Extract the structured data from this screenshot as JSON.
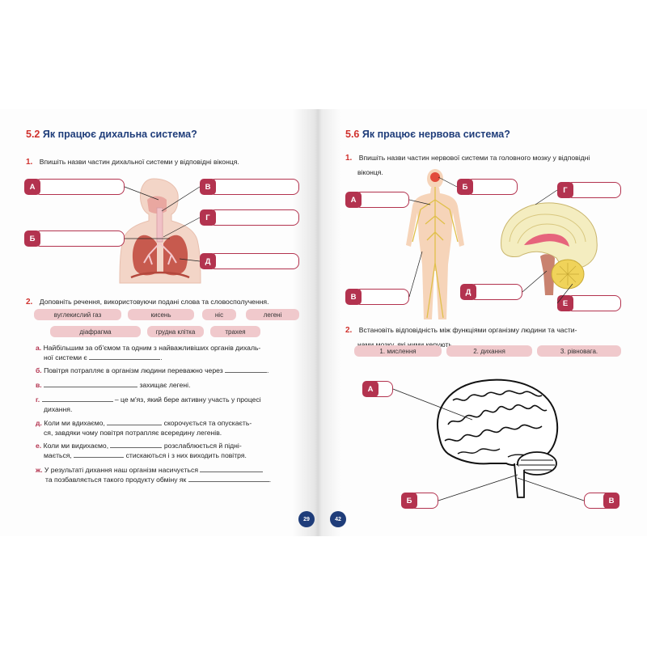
{
  "left": {
    "section_number": "5.2",
    "section_title": "Як працює дихальна система?",
    "q1_number": "1.",
    "q1_text": "Впишіть назви частин дихальної системи у відповідні віконця.",
    "labels": [
      "А",
      "В",
      "Г",
      "Б",
      "Д"
    ],
    "q2_number": "2.",
    "q2_text": "Доповніть речення, використовуючи подані слова та словосполучення.",
    "chips_row1": [
      "вуглекислий газ",
      "кисень",
      "ніс",
      "легені"
    ],
    "chips_row2": [
      "діафрагма",
      "грудна клітка",
      "трахея"
    ],
    "items": [
      {
        "letter": "а.",
        "lines": [
          "Найбільшим за об'ємом та одним з найважливіших органів дихаль-",
          "ної системи є"
        ]
      },
      {
        "letter": "б.",
        "lines": [
          "Повітря потрапляє в організм людини переважно через"
        ]
      },
      {
        "letter": "в.",
        "lines": [
          "захищає легені."
        ]
      },
      {
        "letter": "г.",
        "lines": [
          "– це м'яз, який бере активну участь у процесі",
          "дихання."
        ]
      },
      {
        "letter": "д.",
        "lines": [
          "Коли ми вдихаємо,",
          "скорочується та опускаєть-",
          "ся, завдяки чому повітря потрапляє всередину легенів."
        ]
      },
      {
        "letter": "е.",
        "lines": [
          "Коли ми видихаємо,",
          "розслаблюється й підні-",
          "мається,",
          "стискаються і з них виходить повітря."
        ]
      },
      {
        "letter": "ж.",
        "lines": [
          "У результаті дихання наш організм насичується",
          "та позбавляється такого продукту обміну як"
        ]
      }
    ],
    "page_number": "29"
  },
  "right": {
    "section_number": "5.6",
    "section_title": "Як працює нервова система?",
    "q1_number": "1.",
    "q1_text_line1": "Впишіть назви частин нервової системи та головного мозку у відповідні",
    "q1_text_line2": "віконця.",
    "labels": [
      "А",
      "Б",
      "Г",
      "В",
      "Д",
      "Е"
    ],
    "q2_number": "2.",
    "q2_text_line1": "Встановіть відповідність між функціями організму людини та части-",
    "q2_text_line2": "нами мозку, які ними керують.",
    "chips": [
      "1. мислення",
      "2. дихання",
      "3. рівновага."
    ],
    "brain_labels": [
      "А",
      "Б",
      "В"
    ],
    "page_number": "42"
  },
  "colors": {
    "accent": "#b3334f",
    "title": "#1f3d7a",
    "number": "#d0312d",
    "chip": "#f0c9cc"
  }
}
